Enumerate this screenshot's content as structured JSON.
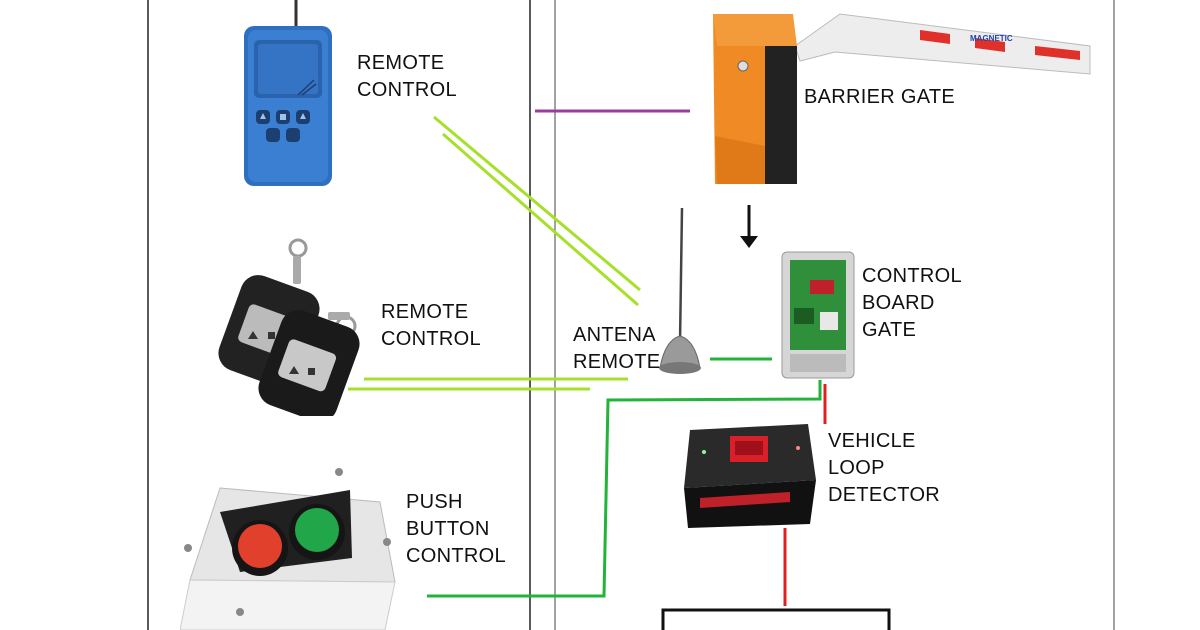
{
  "labels": {
    "remote_control_1": [
      "REMOTE",
      "CONTROL"
    ],
    "remote_control_2": [
      "REMOTE",
      "CONTROL"
    ],
    "push_button": [
      "PUSH",
      "BUTTON",
      "CONTROL"
    ],
    "antenna": [
      "ANTENA",
      "REMOTE"
    ],
    "barrier_gate": "BARRIER GATE",
    "control_board": [
      "CONTROL",
      "BOARD",
      "GATE"
    ],
    "vehicle_loop": [
      "VEHICLE",
      "LOOP",
      "DETECTOR"
    ]
  },
  "brand_logo": "MAGNETIC",
  "colors": {
    "wireless_link": "#a6e02a",
    "wired_link": "#22b33a",
    "power_link": "#e02020",
    "gate_link": "#9b3d9e",
    "gate_body": "#f08a24",
    "remote_blue": "#2f6fc0",
    "button_red": "#e0402c",
    "button_green": "#22a64a"
  }
}
